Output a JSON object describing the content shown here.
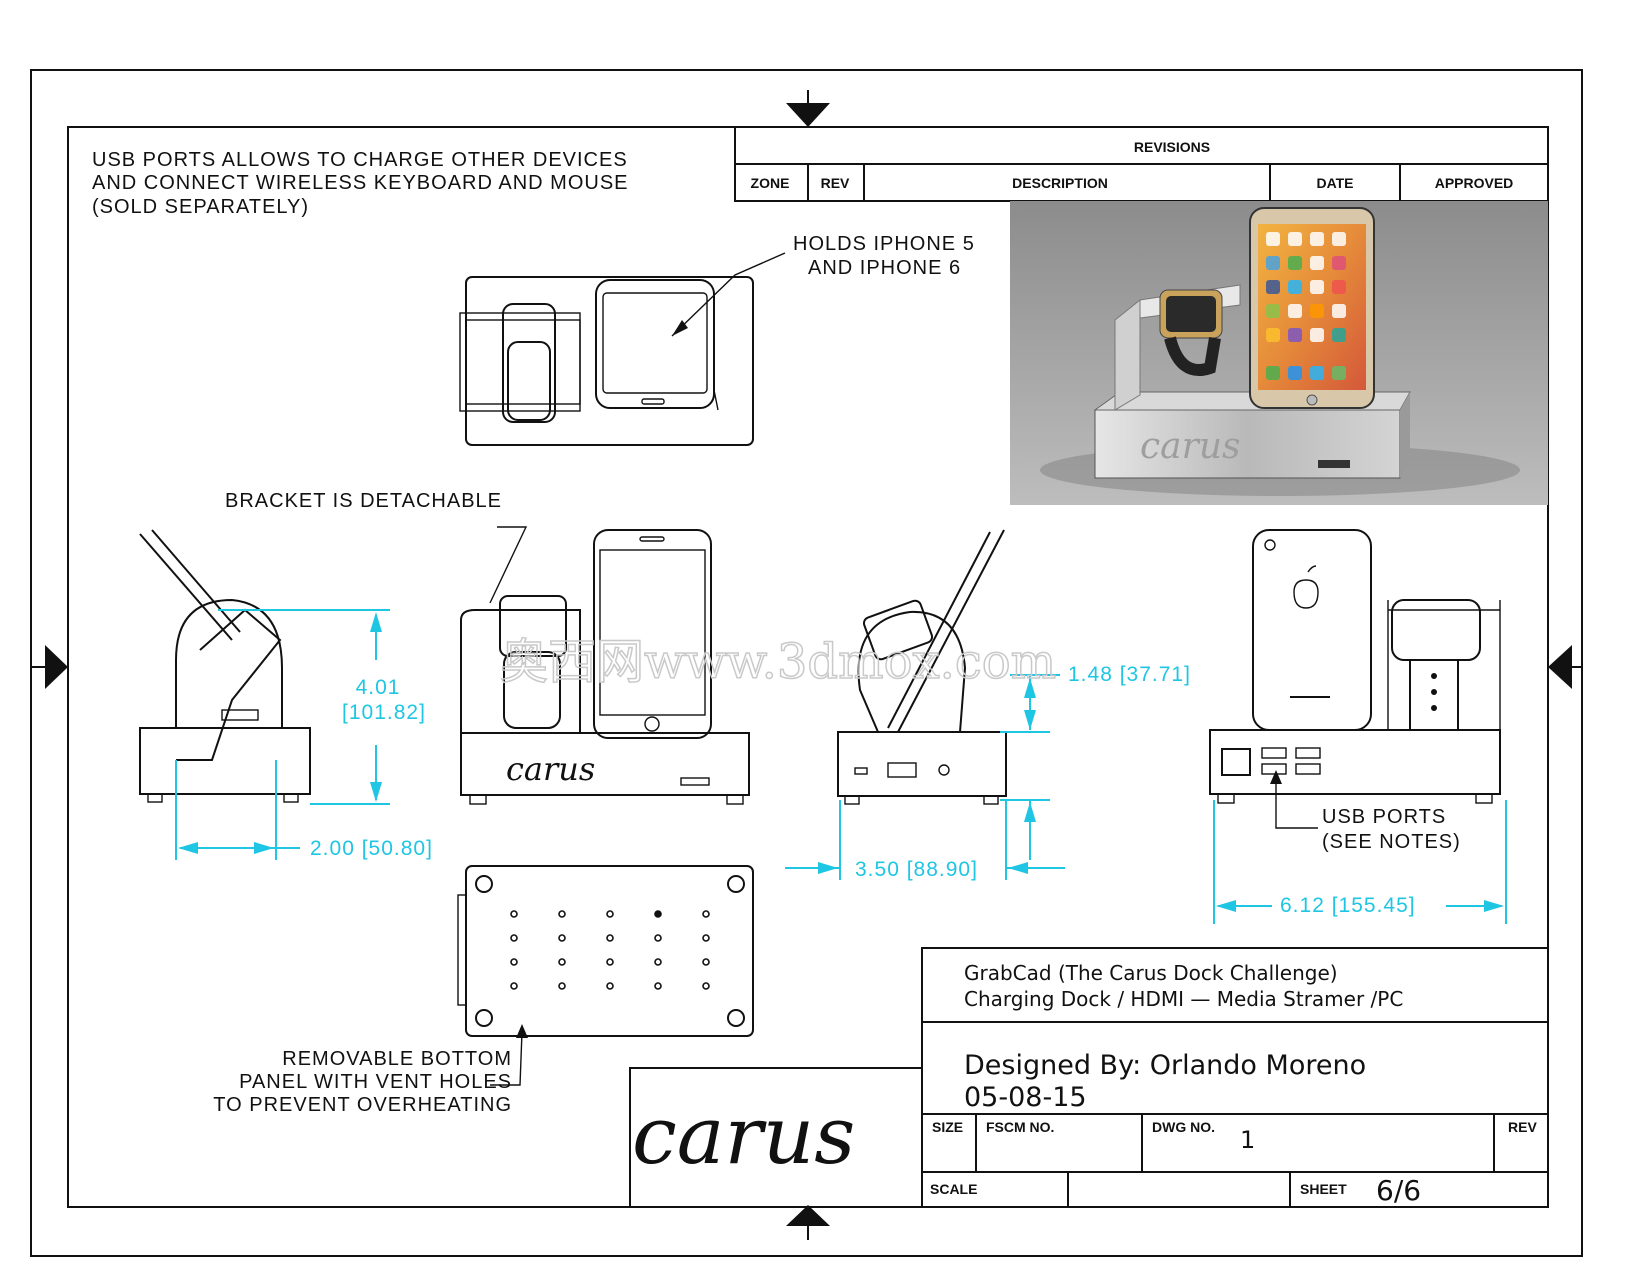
{
  "notes": {
    "usb_note_1": "USB  PORTS  ALLOWS  TO  CHARGE  OTHER  DEVICES",
    "usb_note_2": "AND  CONNECT  WIRELESS  KEYBOARD  AND  MOUSE",
    "usb_note_3": "(SOLD  SEPARATELY)",
    "holds_1": "HOLDS  IPHONE  5",
    "holds_2": "AND  IPHONE  6",
    "bracket": "BRACKET  IS  DETACHABLE",
    "bottom_1": "REMOVABLE  BOTTOM",
    "bottom_2": "PANEL  WITH  VENT  HOLES",
    "bottom_3": "TO  PREVENT  OVERHEATING",
    "usb_ports_1": "USB  PORTS",
    "usb_ports_2": "(SEE  NOTES)"
  },
  "revisions": {
    "title": "REVISIONS",
    "zone": "ZONE",
    "rev": "REV",
    "description": "DESCRIPTION",
    "date": "DATE",
    "approved": "APPROVED"
  },
  "dimensions": {
    "height": "4.01",
    "height_mm": "[101.82]",
    "depth": "2.00  [50.80]",
    "bracket_h": "1.48  [37.71]",
    "width_side": "3.50  [88.90]",
    "width_back": "6.12  [155.45]"
  },
  "watermark": "奥西网www.3dmox.com",
  "title_block": {
    "title_1": "GrabCad  (The  Carus  Dock  Challenge)",
    "title_2": "Charging  Dock  /  HDMI  —  Media  Stramer  /PC",
    "designer": "Designed  By:  Orlando  Moreno",
    "date": "05-08-15",
    "size_label": "SIZE",
    "fscm_label": "FSCM  NO.",
    "dwg_label": "DWG  NO.",
    "dwg_no": "1",
    "rev_label": "REV",
    "scale_label": "SCALE",
    "sheet_label": "SHEET",
    "sheet_no": "6/6",
    "logo": "carus"
  },
  "colors": {
    "dimension": "#1fc6e4",
    "line": "#111111"
  }
}
